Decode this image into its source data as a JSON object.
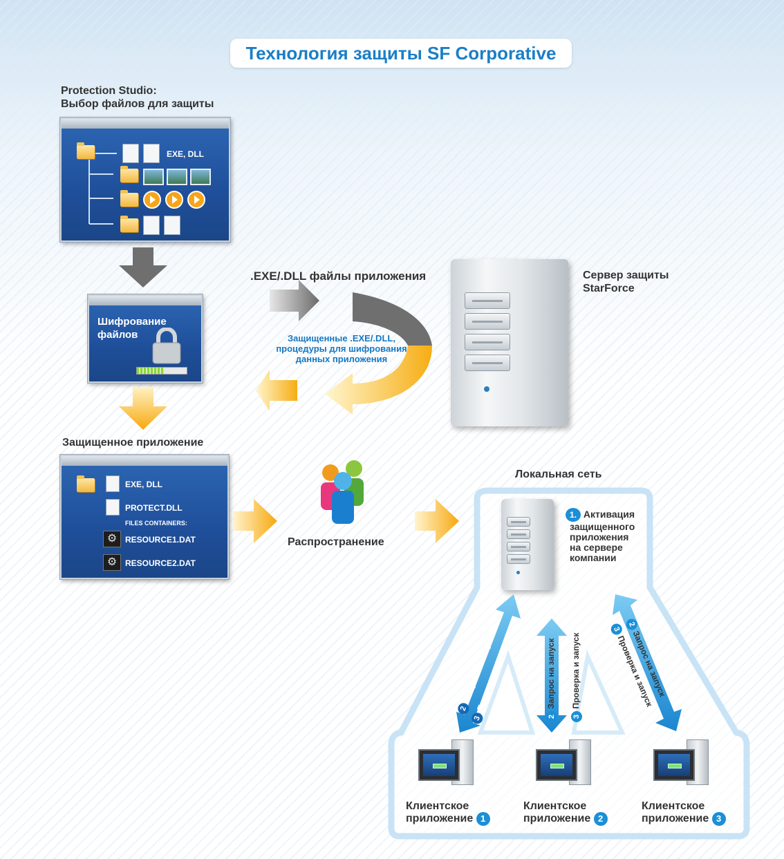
{
  "title": "Технология защиты SF Corporative",
  "studio": {
    "caption_line1": "Protection Studio:",
    "caption_line2": "Выбор файлов для защиты",
    "window_label": "EXE, DLL"
  },
  "encryption": {
    "title_line1": "Шифрование",
    "title_line2": "файлов"
  },
  "flow": {
    "top_label": ".EXE/.DLL файлы приложения",
    "return_line1": "Защищенные .EXE/.DLL,",
    "return_line2": "процедуры для шифрования",
    "return_line3": "данных приложения"
  },
  "server": {
    "caption_line1": "Сервер защиты",
    "caption_line2": "StarForce"
  },
  "protected_app": {
    "caption": "Защищенное приложение",
    "items": {
      "exe": "EXE, DLL",
      "protect": "PROTECT.DLL",
      "containers": "FILES CONTAINERS:",
      "res1": "RESOURCE1.DAT",
      "res2": "RESOURCE2.DAT"
    }
  },
  "distribution": {
    "caption": "Распространение"
  },
  "lan": {
    "caption": "Локальная сеть",
    "activation_num": "1.",
    "activation_line1": "Активация",
    "activation_line2": "защищенного",
    "activation_line3": "приложения",
    "activation_line4": "на сервере",
    "activation_line5": "компании"
  },
  "arrows": {
    "request_num": "2",
    "request": "Запрос на запуск",
    "check_num": "3",
    "check": "Проверка и запуск"
  },
  "clients": [
    {
      "line1": "Клиентское",
      "line2": "приложение",
      "num": "1"
    },
    {
      "line1": "Клиентское",
      "line2": "приложение",
      "num": "2"
    },
    {
      "line1": "Клиентское",
      "line2": "приложение",
      "num": "3"
    }
  ],
  "colors": {
    "accent_blue": "#1b8fd6",
    "title_blue": "#1a7fc6",
    "arrow_orange": "#f7a80e",
    "arrow_gray": "#6f6f6f"
  }
}
